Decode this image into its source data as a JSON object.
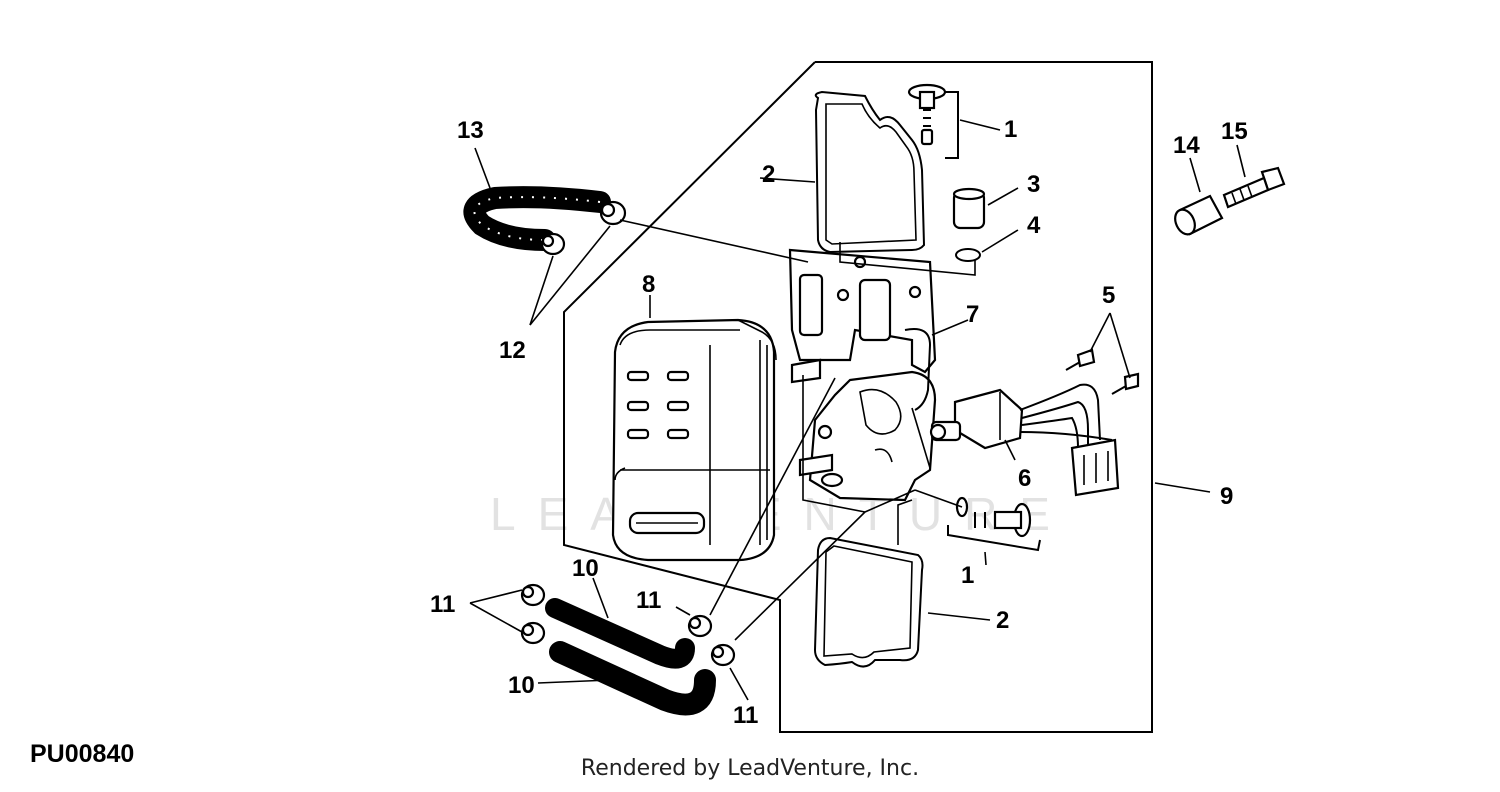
{
  "diagram_id": "PU00840",
  "credit": "Rendered by LeadVenture, Inc.",
  "watermark": "LEADVENTURE",
  "callouts": [
    "1",
    "2",
    "3",
    "4",
    "5",
    "6",
    "7",
    "8",
    "9",
    "10",
    "11",
    "12",
    "13",
    "14",
    "15"
  ]
}
